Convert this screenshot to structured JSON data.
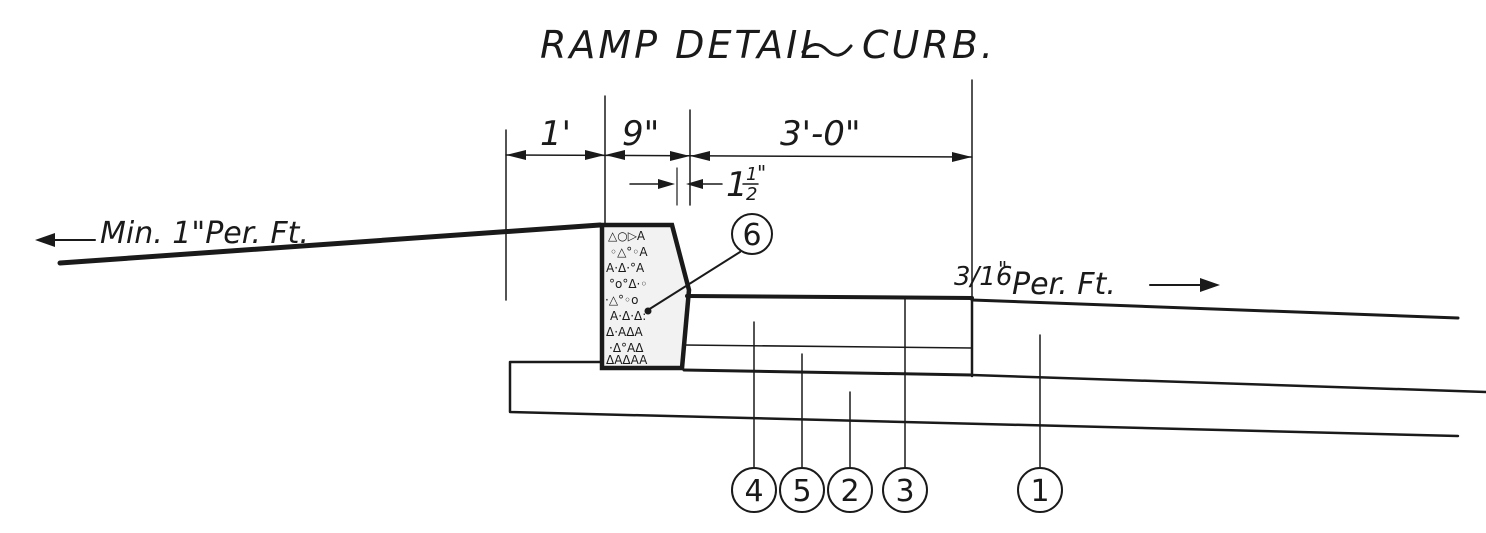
{
  "title": "RAMP DETAIL",
  "title_suffix": "CURB.",
  "dimensions": {
    "d1": "1'",
    "d2": "9\"",
    "d3": "3'-0\"",
    "d4_whole": "1",
    "d4_num": "1",
    "d4_den": "2",
    "d4_unit": "\""
  },
  "notes": {
    "left_slope": "Min. 1\"Per. Ft.",
    "right_slope_frac": "3/16",
    "right_slope_unit": "\"",
    "right_slope_text": "Per. Ft."
  },
  "callouts": [
    "6",
    "4",
    "5",
    "2",
    "3",
    "1"
  ],
  "colors": {
    "ink": "#1a1a1a",
    "paper": "#ffffff"
  }
}
